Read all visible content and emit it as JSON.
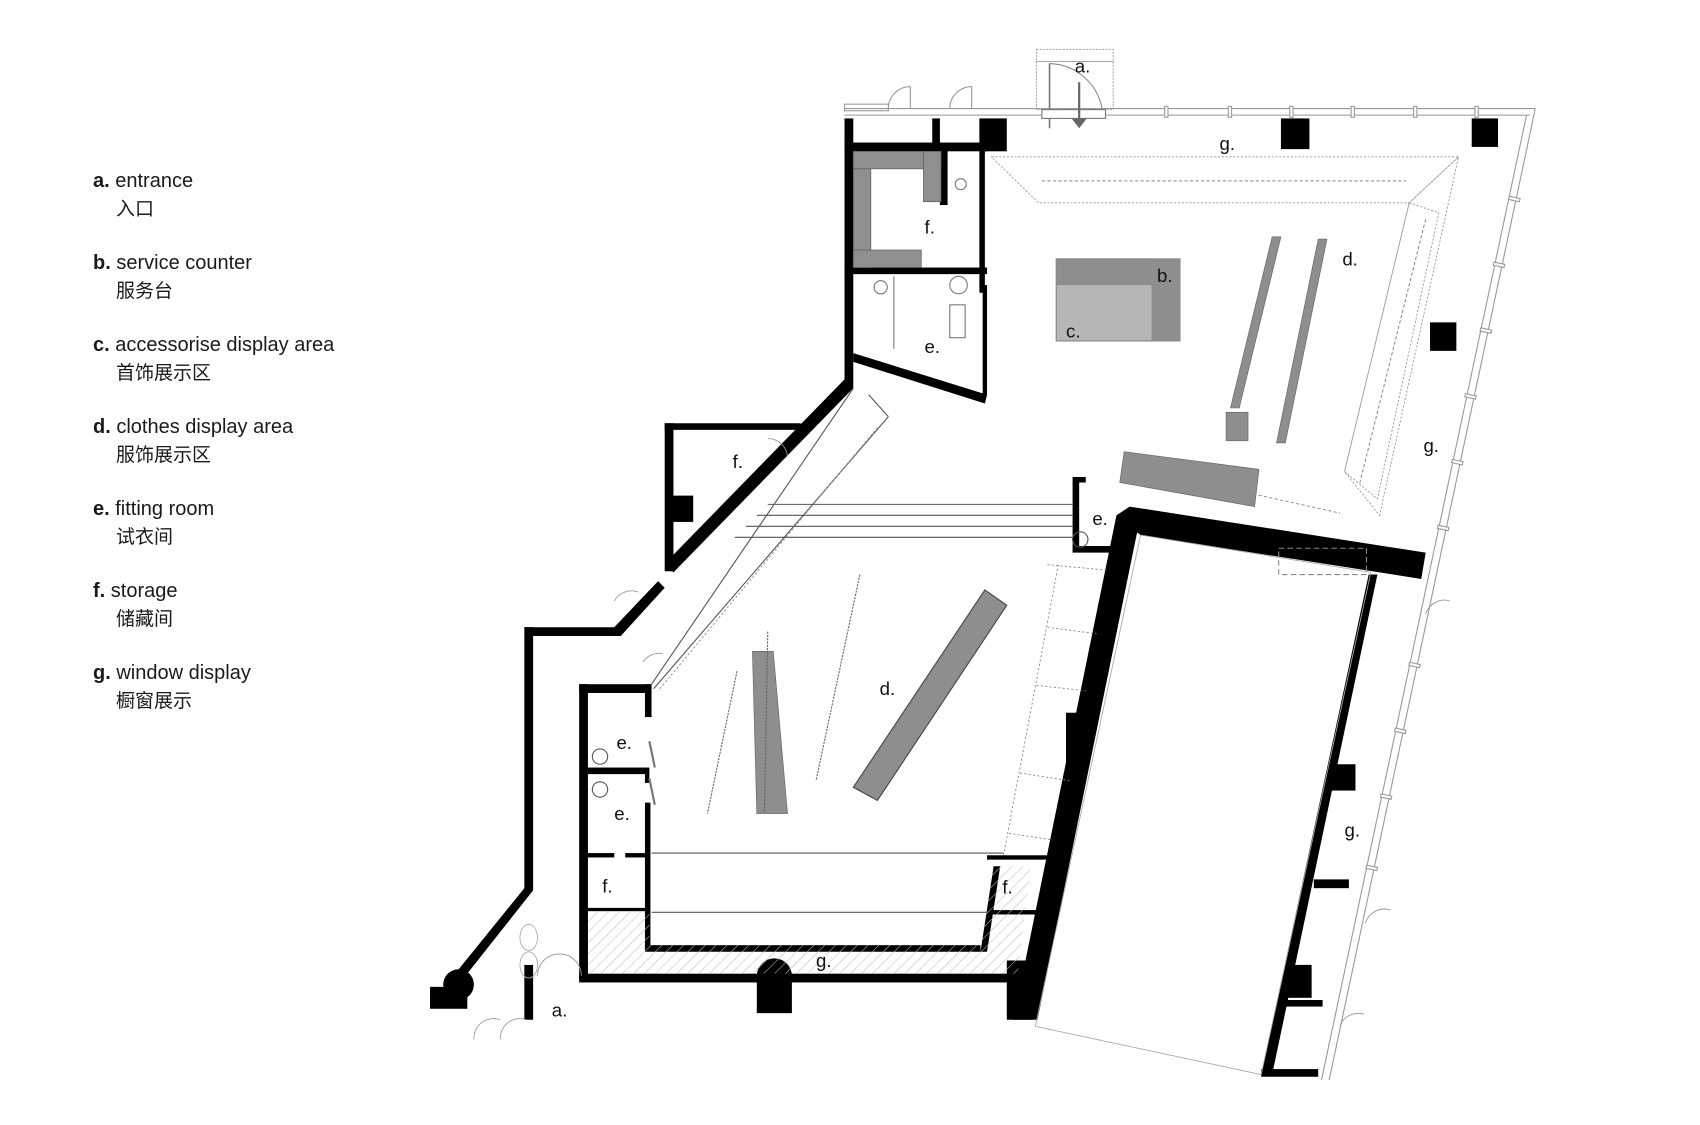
{
  "legend": {
    "items": [
      {
        "key": "a.",
        "label_en": "entrance",
        "label_zh": "入口"
      },
      {
        "key": "b.",
        "label_en": "service counter",
        "label_zh": "服务台"
      },
      {
        "key": "c.",
        "label_en": "accessorise display area",
        "label_zh": "首饰展示区"
      },
      {
        "key": "d.",
        "label_en": "clothes display area",
        "label_zh": "服饰展示区"
      },
      {
        "key": "e.",
        "label_en": "fitting room",
        "label_zh": "试衣间"
      },
      {
        "key": "f.",
        "label_en": "storage",
        "label_zh": "储藏间"
      },
      {
        "key": "g.",
        "label_en": "window display",
        "label_zh": "橱窗展示"
      }
    ]
  },
  "plan": {
    "labels": {
      "entrance_top": "a.",
      "entrance_bottom": "a.",
      "service_counter": "b.",
      "accessories": "c.",
      "clothes_upper": "d.",
      "clothes_lower": "d.",
      "fitting_upper": "e.",
      "fitting_mid": "e.",
      "fitting_left_1": "e.",
      "fitting_left_2": "e.",
      "storage_top": "f.",
      "storage_mid": "f.",
      "storage_bottom_left": "f.",
      "storage_bottom_right": "f.",
      "window_top": "g.",
      "window_right_upper": "g.",
      "window_right_lower": "g.",
      "window_bottom": "g."
    },
    "colors": {
      "wall": "#000000",
      "fixture_gray": "#8c8c8c",
      "counter_dark": "#8a8a8a",
      "counter_light": "#b4b4b4",
      "storage_shelf": "#8f8f8f",
      "thin_line": "#9a9a9a"
    }
  }
}
